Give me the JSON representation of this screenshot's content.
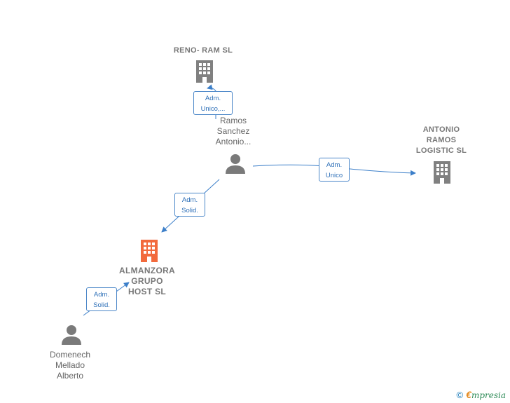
{
  "companies": {
    "reno_ram": {
      "label": "RENO- RAM  SL"
    },
    "antonio_ramos": {
      "line1": "ANTONIO",
      "line2": "RAMOS",
      "line3": "LOGISTIC  SL"
    },
    "almanzora": {
      "line1": "ALMANZORA",
      "line2": "GRUPO",
      "line3": "HOST  SL"
    }
  },
  "people": {
    "ramos": {
      "line1": "Ramos",
      "line2": "Sanchez",
      "line3": "Antonio..."
    },
    "domenech": {
      "line1": "Domenech",
      "line2": "Mellado",
      "line3": "Alberto"
    }
  },
  "edges": {
    "e1": {
      "line1": "Adm.",
      "line2": "Unico,..."
    },
    "e2": {
      "line1": "Adm.",
      "line2": "Unico"
    },
    "e3": {
      "line1": "Adm.",
      "line2": "Solid."
    },
    "e4": {
      "line1": "Adm.",
      "line2": "Solid."
    }
  },
  "footer": {
    "copyright": "©",
    "brand_first": "€",
    "brand_rest": "mpresia"
  },
  "colors": {
    "building_gray": "#808080",
    "building_main": "#f26a3d",
    "person_gray": "#7a7a7a",
    "link_blue": "#3c7fc9"
  }
}
